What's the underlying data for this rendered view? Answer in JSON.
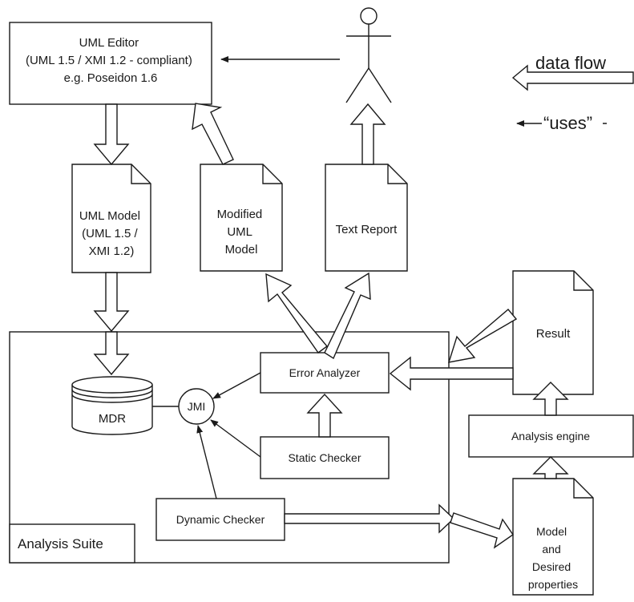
{
  "legend": {
    "data_flow": "data flow",
    "uses": "“uses”"
  },
  "nodes": {
    "uml_editor": [
      "UML Editor",
      "(UML 1.5 / XMI 1.2 - compliant)",
      "e.g. Poseidon 1.6"
    ],
    "uml_model": [
      "UML Model",
      "(UML 1.5 /",
      "XMI 1.2)"
    ],
    "modified_model": [
      "Modified",
      "UML",
      "Model"
    ],
    "text_report": [
      "Text Report"
    ],
    "result": [
      "Result"
    ],
    "error_analyzer": "Error Analyzer",
    "mdr": "MDR",
    "jmi": "JMI",
    "static_checker": "Static Checker",
    "dynamic_checker": "Dynamic Checker",
    "analysis_engine": "Analysis engine",
    "model_props": [
      "Model",
      "and",
      "Desired",
      "properties"
    ],
    "analysis_suite": "Analysis Suite"
  }
}
